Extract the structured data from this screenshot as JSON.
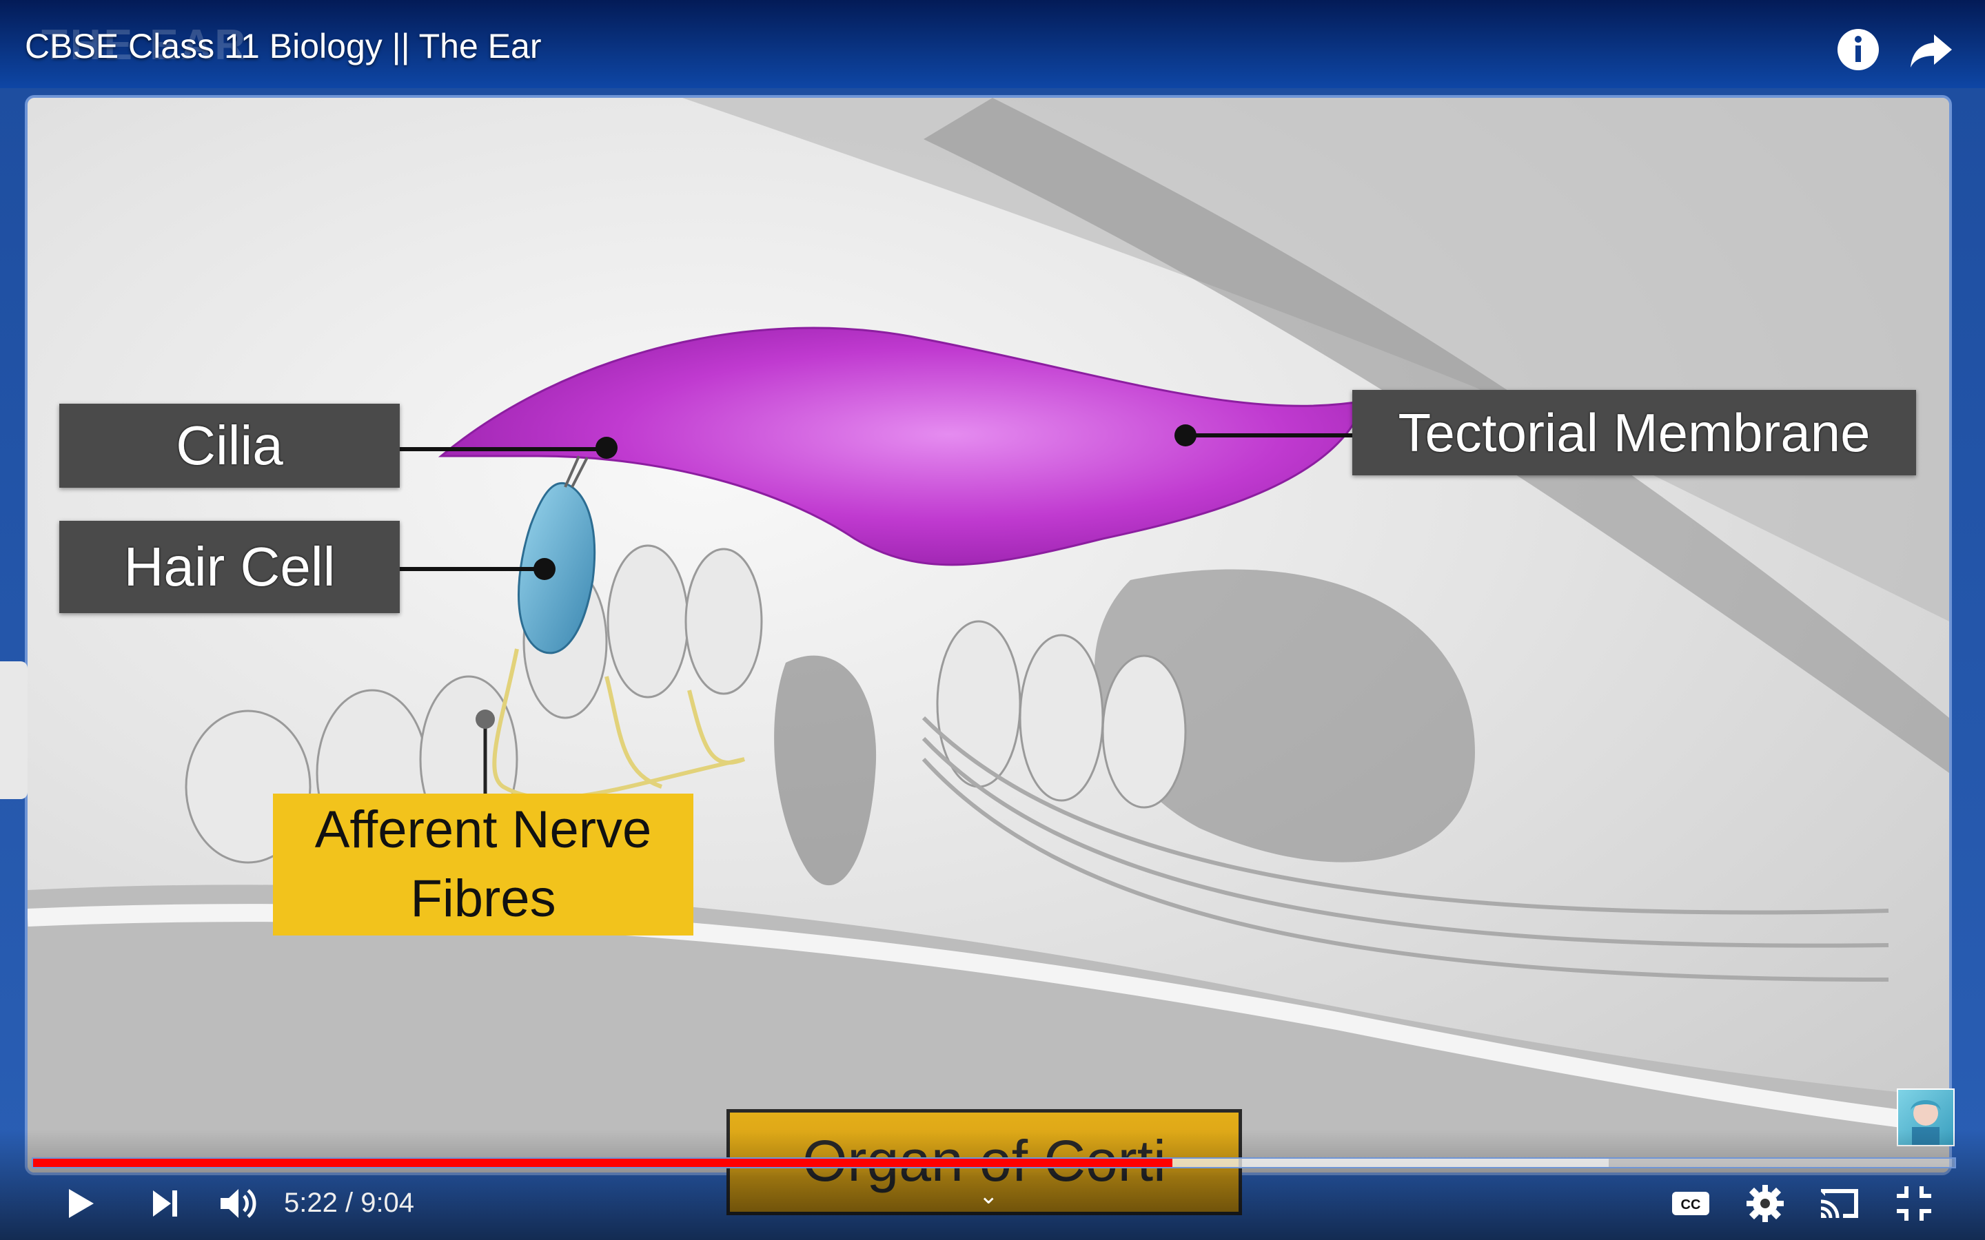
{
  "player": {
    "title": "CBSE Class 11 Biology || The Ear",
    "watermark": "THE EAR",
    "time": "5:22 / 9:04",
    "progress_played": 0.593,
    "progress_buffered": 0.82
  },
  "labels": {
    "cilia": "Cilia",
    "hair_cell": "Hair Cell",
    "tectorial": "Tectorial Membrane",
    "afferent": "Afferent Nerve Fibres",
    "corti": "Organ of Corti"
  },
  "icons": {
    "info": "info-icon",
    "share": "share-icon",
    "play": "play-icon",
    "next": "next-icon",
    "volume": "volume-icon",
    "cc": "cc-icon",
    "settings": "gear-icon",
    "cast": "cast-icon",
    "fullscreen": "exit-fullscreen-icon"
  },
  "colors": {
    "progress": "#ff0000",
    "membrane": "#c03ad0",
    "hair_cell": "#5aa3c8",
    "label_dark": "#4a4a4a",
    "label_yellow": "#f2c31c"
  }
}
